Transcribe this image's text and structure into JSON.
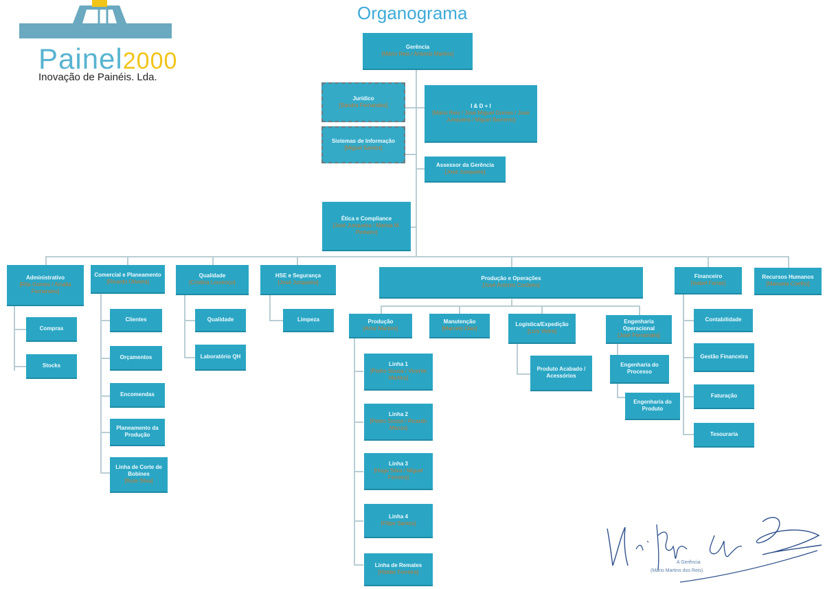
{
  "page_title": "Organograma",
  "logo": {
    "brand": "Painel",
    "year": "2000",
    "subtitle": "Inovação de Painéis. Lda."
  },
  "colors": {
    "box": "#2aa6c4",
    "subtitle_text": "#c9772a",
    "line": "#b9cdd3",
    "title": "#3eaad8"
  },
  "nodes": {
    "gerencia": {
      "title": "Gerência",
      "subtitle": "[Mário Reis / Antonio Martins]"
    },
    "juridico": {
      "title": "Jurídico",
      "subtitle": "[Sandra Fernandes]"
    },
    "sistemas": {
      "title": "Sistemas de Informação",
      "subtitle": "[Miguel Santos]"
    },
    "idi": {
      "title": "I & D + I",
      "subtitle": "[Mário Reis / José Miguel Gomes / José Junqueira / Miguel Barrento]"
    },
    "assessor": {
      "title": "Assessor da Gerência",
      "subtitle": "[José Junqueira]"
    },
    "etica": {
      "title": "Ética e Compliance",
      "subtitle": "[José Junqueira / Marisa M. Pinheiro]"
    },
    "administrativo": {
      "title": "Administrativo",
      "subtitle": "[Rita Gomes / Amália Fernandes]"
    },
    "compras": {
      "title": "Compras"
    },
    "stocks": {
      "title": "Stocks"
    },
    "comercial": {
      "title": "Comercial e Planeamento",
      "subtitle": "[Ricardo Oliveira]"
    },
    "clientes": {
      "title": "Clientes"
    },
    "orcamentos": {
      "title": "Orçamentos"
    },
    "encomendas": {
      "title": "Encomendas"
    },
    "planeamento_producao": {
      "title": "Planeamento da Produção"
    },
    "linha_corte": {
      "title": "Linha de Corte de Bobines",
      "subtitle": "[Rute Silva]"
    },
    "qualidade": {
      "title": "Qualidade",
      "subtitle": "[Cristina Lourenço]"
    },
    "qualidade_sub": {
      "title": "Qualidade"
    },
    "laboratorio": {
      "title": "Laboratório QH"
    },
    "hst": {
      "title": "HSE e Segurança",
      "subtitle": "[José Junqueira]"
    },
    "limpeza": {
      "title": "Limpeza"
    },
    "producao_operacoes": {
      "title": "Produção e Operações",
      "subtitle": "[José Antonio Cordeiro]"
    },
    "producao": {
      "title": "Produção",
      "subtitle": "[Artur Martins]"
    },
    "linha1": {
      "title": "Linha 1",
      "subtitle": "[Pedro Sousa / Vicente Martins]"
    },
    "linha2": {
      "title": "Linha 2",
      "subtitle": "[Pedro Sousa / Ricardo Manso]"
    },
    "linha3": {
      "title": "Linha 3",
      "subtitle": "[Hugo Silva / Miguel Ferreira]"
    },
    "linha4": {
      "title": "Linha 4",
      "subtitle": "[Filipe Santos]"
    },
    "linha_remates": {
      "title": "Linha de Remates",
      "subtitle": "[Helder Ferreira]"
    },
    "manutencao": {
      "title": "Manutenção",
      "subtitle": "[Marcelo Dias]"
    },
    "logistica": {
      "title": "Logística/Expedição",
      "subtitle": "[Luís Vieira]"
    },
    "produto_acabado": {
      "title": "Produto Acabado / Acessórios"
    },
    "eng_operacional": {
      "title": "Engenharia Operacional",
      "subtitle": "[José Fernandes]"
    },
    "eng_processo": {
      "title": "Engenharia do Processo"
    },
    "eng_produto": {
      "title": "Engenharia do Produto"
    },
    "financeiro": {
      "title": "Financeiro",
      "subtitle": "[Isabel Farias]"
    },
    "contabilidade": {
      "title": "Contabilidade"
    },
    "gestao_financeira": {
      "title": "Gestão Financeira"
    },
    "faturacao": {
      "title": "Faturação"
    },
    "tesouraria": {
      "title": "Tesouraria"
    },
    "recursos_humanos": {
      "title": "Recursos Humanos",
      "subtitle": "[Manuela Coelho]"
    }
  },
  "signature": {
    "role": "A Gerência",
    "name": "(Mário Martins dos Reis)"
  }
}
